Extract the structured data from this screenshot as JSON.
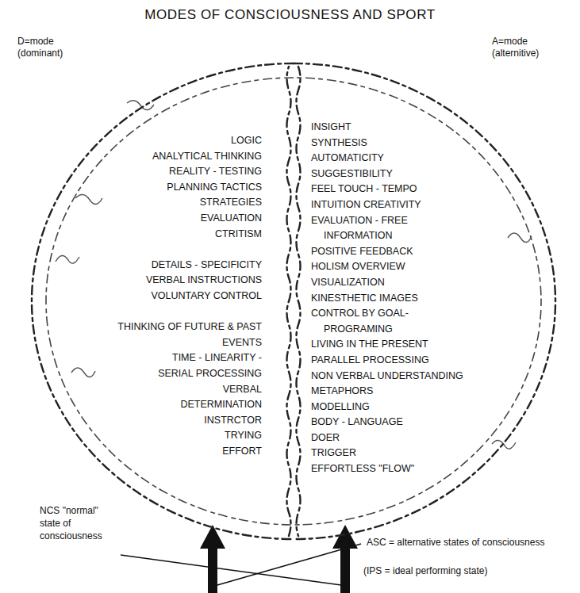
{
  "diagram": {
    "title": "MODES OF CONSCIOUSNESS AND SPORT",
    "nodes": [
      {
        "text": [
          "D=mode (dominant)",
          "LOGIC",
          "ANALYTICAL THINKING",
          "REALITY - TESTING",
          "PLANNING TACTICS",
          "STRATEGIES",
          "EVALUATION",
          "CTRITISM",
          "DETAILS - SPECIFICITY",
          "VERBAL INSTRUCTIONS",
          "VOLUNTARY CONTROL",
          "THINKING OF FUTURE & PAST EVENTS",
          "TIME - LINEARITY -",
          "SERIAL PROCESSING",
          "VERBAL",
          "DETERMINATION",
          "INSTRCTOR",
          "TRYING",
          "EFFORT"
        ]
      },
      {
        "text": [
          "A=mode (alternitive)",
          "INSIGHT",
          "SYNTHESIS",
          "AUTOMATICITY",
          "SUGGESTIBILITY",
          "FEEL TOUCH - TEMPO",
          "INTUITION CREATIVITY",
          "EVALUATION - FREE INFORMATION",
          "POSITIVE FEEDBACK",
          "HOLISM OVERVIEW",
          "VISUALIZATION",
          "KINESTHETIC IMAGES",
          "CONTROL BY GOAL- PROGRAMING",
          "LIVING IN THE PRESENT",
          "PARALLEL PROCESSING",
          "NON VERBAL UNDERSTANDING",
          "METAPHORS",
          "MODELLING",
          "BODY - LANGUAGE",
          "DOER",
          "TRIGGER",
          "EFFORTLESS \"FLOW\""
        ]
      }
    ],
    "labels": [
      "NCS \"normal\" state of consciousness",
      "ASC = alternative states of consciousness",
      "(IPS = ideal performing state)"
    ]
  }
}
